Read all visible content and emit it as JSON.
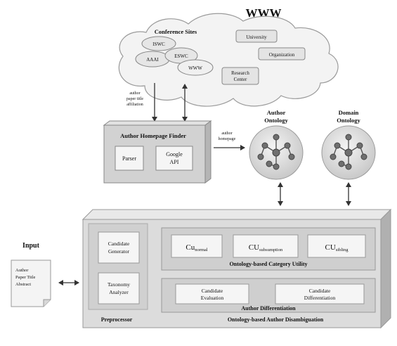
{
  "www": {
    "title": "WWW"
  },
  "conference": {
    "title": "Conference Sites",
    "sites": [
      "ISWC",
      "AAAI",
      "ESWC",
      "WWW"
    ]
  },
  "web_sources": [
    "University",
    "Organization",
    "Research",
    "Center"
  ],
  "arrow_labels": {
    "left": [
      "author",
      "paper title",
      "affiliation"
    ],
    "right": [
      "author",
      "homepage"
    ]
  },
  "finder": {
    "title": "Author Homepage Finder",
    "parser": "Parser",
    "google": [
      "Google",
      "API"
    ]
  },
  "ontologies": {
    "author": [
      "Author",
      "Ontology"
    ],
    "domain": [
      "Domain",
      "Ontology"
    ]
  },
  "input": {
    "label": "Input",
    "doc": [
      "Author",
      "Paper Title",
      "Abstract"
    ]
  },
  "preprocessor": {
    "candidate_generator": [
      "Candidate",
      "Generator"
    ],
    "taxonomy_analyzer": [
      "Taxonomy",
      "Analyzer"
    ],
    "label": "Preprocessor"
  },
  "category_utility": {
    "cu_normal_base": "Cu",
    "cu_normal_sub": "normal",
    "cu_subsumption_base": "CU",
    "cu_subsumption_sub": "subsumption",
    "cu_sibling_base": "CU",
    "cu_sibling_sub": "sibling",
    "label": "Ontology-based Category Utility"
  },
  "differentiation": {
    "candidate_evaluation": [
      "Candidate",
      "Evaluation"
    ],
    "candidate_differentiation": [
      "Candidate",
      "Differentiation"
    ],
    "label": "Author Differentiation"
  },
  "system": {
    "label": "Ontology-based Author Disambiguation"
  }
}
